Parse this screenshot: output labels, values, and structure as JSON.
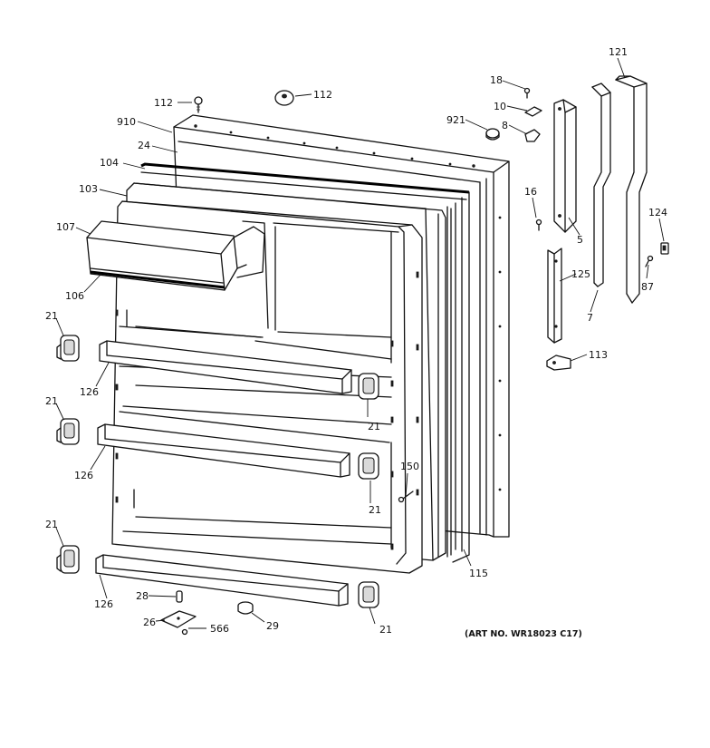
{
  "labels": {
    "l112a": "112",
    "l112b": "112",
    "l910": "910",
    "l24": "24",
    "l104": "104",
    "l103": "103",
    "l107": "107",
    "l106": "106",
    "l21a": "21",
    "l126a": "126",
    "l21b": "21",
    "l126b": "126",
    "l21c": "21",
    "l126c": "126",
    "l21d": "21",
    "l21e": "21",
    "l21f": "21",
    "l28": "28",
    "l26": "26",
    "l566": "566",
    "l29": "29",
    "l150": "150",
    "l115": "115",
    "l18": "18",
    "l10": "10",
    "l921": "921",
    "l8": "8",
    "l16": "16",
    "l5": "5",
    "l121": "121",
    "l124": "124",
    "l87": "87",
    "l125": "125",
    "l7": "7",
    "l113": "113"
  },
  "art_number": "(ART NO. WR18023 C17)"
}
